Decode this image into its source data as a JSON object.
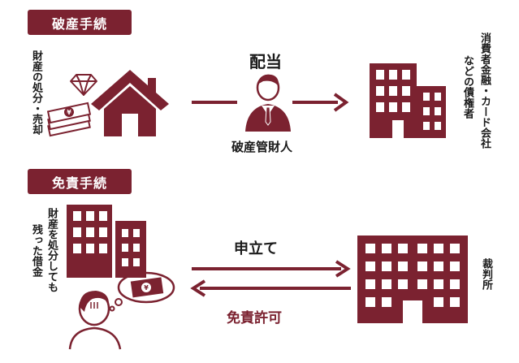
{
  "sections": {
    "bankruptcy": {
      "title": "破産手続"
    },
    "discharge": {
      "title": "免責手続"
    }
  },
  "top": {
    "left_label": "財産の処分・売却",
    "flow_label": "配当",
    "person_label": "破産管財人",
    "right_label_line1": "消費者金融・カード会社",
    "right_label_line2": "などの債権者"
  },
  "bottom": {
    "left_label_line1": "財産を処分しても",
    "left_label_line2": "残った借金",
    "arrow_right_label": "申立て",
    "arrow_left_label": "免責許可",
    "right_label": "裁判所"
  },
  "icons": {
    "top": [
      "diamond-icon",
      "money-stack-icon",
      "house-icon",
      "person-suit-icon",
      "building-icon"
    ],
    "bottom": [
      "building-icon",
      "person-thinking-icon",
      "money-bubble-icon",
      "courthouse-icon"
    ]
  },
  "colors": {
    "accent": "#7b2230",
    "text": "#1a1a1a",
    "background": "#ffffff"
  }
}
